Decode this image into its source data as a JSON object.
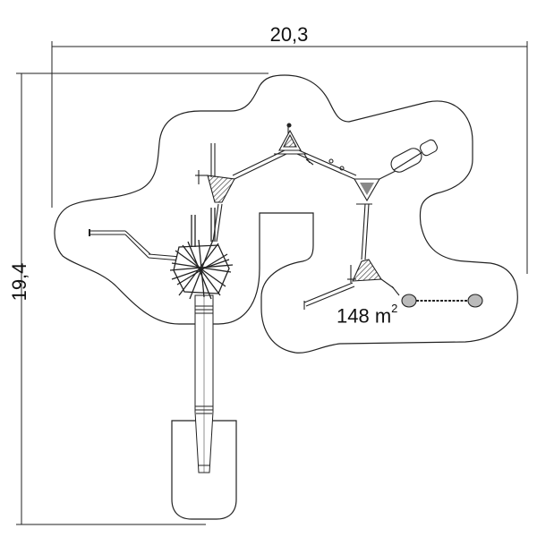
{
  "dimensions": {
    "width": "20,3",
    "height": "19,4"
  },
  "area": {
    "value": "148 m",
    "superscript": "2"
  },
  "colors": {
    "line": "#1a1a1a",
    "hatch": "#555555",
    "background": "#ffffff"
  }
}
